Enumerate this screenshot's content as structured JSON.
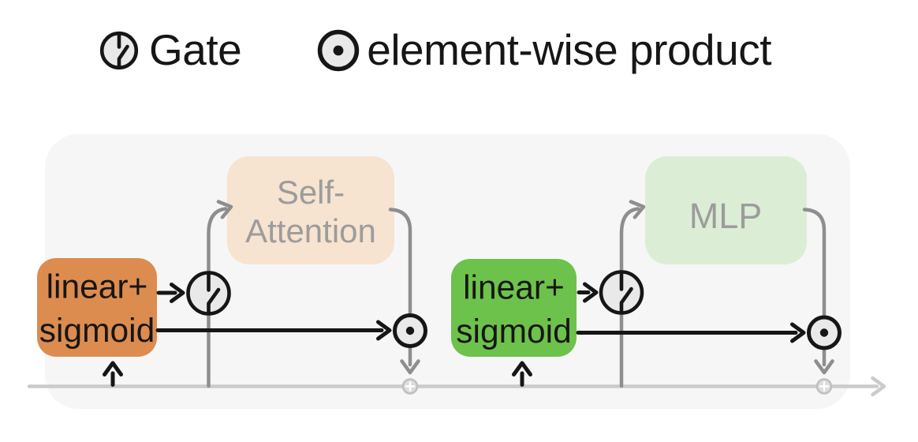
{
  "legend": {
    "items": [
      {
        "icon": "gate-icon",
        "label": "Gate"
      },
      {
        "icon": "elementwise-product-icon",
        "label": "element-wise product"
      }
    ]
  },
  "diagram": {
    "colors": {
      "panel": "#f6f6f6",
      "residual": "#cbcbcb",
      "residual_add_fill": "#dcdcdc",
      "residual_add_ring": "#bfbfbf",
      "connector": "#8e8e8e",
      "black": "#161616",
      "node_fill": "#e9e9e9",
      "orange": "#dc8c4f",
      "green": "#6dc24b",
      "attention_fill": "#f6e3d0",
      "mlp_fill": "#dcedd5",
      "block_text": "#9c9c9c"
    },
    "modules": [
      {
        "name": "attention-gating",
        "gate_box": {
          "line1": "linear+",
          "line2": "sigmoid",
          "fill": "#dc8c4f"
        },
        "block": {
          "line1": "Self-",
          "line2": "Attention",
          "fill": "#f6e3d0"
        }
      },
      {
        "name": "mlp-gating",
        "gate_box": {
          "line1": "linear+",
          "line2": "sigmoid",
          "fill": "#6dc24b"
        },
        "block": {
          "line1": "MLP",
          "fill": "#dcedd5"
        }
      }
    ]
  }
}
